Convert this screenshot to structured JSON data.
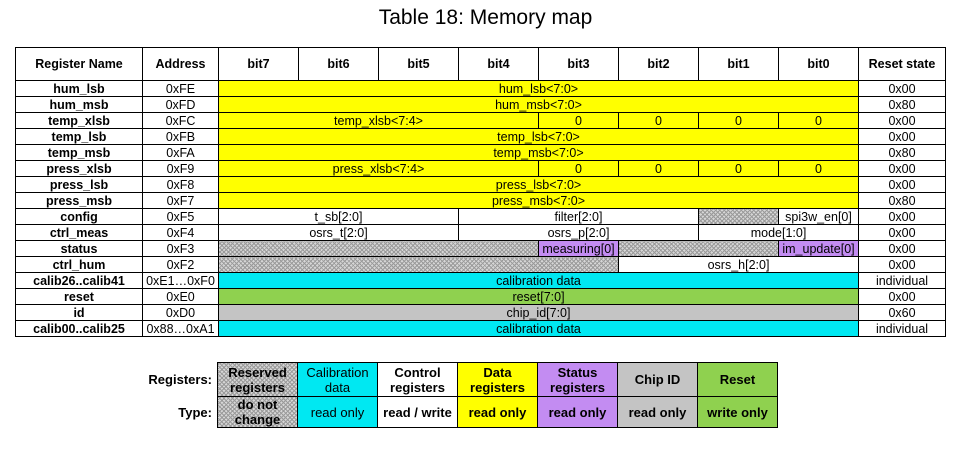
{
  "title": "Table 18: Memory map",
  "header": {
    "register_name": "Register Name",
    "address": "Address",
    "bits": [
      "bit7",
      "bit6",
      "bit5",
      "bit4",
      "bit3",
      "bit2",
      "bit1",
      "bit0"
    ],
    "reset_state": "Reset state"
  },
  "rows": [
    {
      "name": "hum_lsb",
      "address": "0xFE",
      "field": "hum_lsb<7:0>",
      "reset": "0x00"
    },
    {
      "name": "hum_msb",
      "address": "0xFD",
      "field": "hum_msb<7:0>",
      "reset": "0x80"
    },
    {
      "name": "temp_xlsb",
      "address": "0xFC",
      "field": "temp_xlsb<7:4>",
      "zeros": [
        "0",
        "0",
        "0",
        "0"
      ],
      "reset": "0x00"
    },
    {
      "name": "temp_lsb",
      "address": "0xFB",
      "field": "temp_lsb<7:0>",
      "reset": "0x00"
    },
    {
      "name": "temp_msb",
      "address": "0xFA",
      "field": "temp_msb<7:0>",
      "reset": "0x80"
    },
    {
      "name": "press_xlsb",
      "address": "0xF9",
      "field": "press_xlsb<7:4>",
      "zeros": [
        "0",
        "0",
        "0",
        "0"
      ],
      "reset": "0x00"
    },
    {
      "name": "press_lsb",
      "address": "0xF8",
      "field": "press_lsb<7:0>",
      "reset": "0x00"
    },
    {
      "name": "press_msb",
      "address": "0xF7",
      "field": "press_msb<7:0>",
      "reset": "0x80"
    },
    {
      "name": "config",
      "address": "0xF5",
      "t_sb": "t_sb[2:0]",
      "filter": "filter[2:0]",
      "spi3w": "spi3w_en[0]",
      "reset": "0x00"
    },
    {
      "name": "ctrl_meas",
      "address": "0xF4",
      "osrs_t": "osrs_t[2:0]",
      "osrs_p": "osrs_p[2:0]",
      "mode": "mode[1:0]",
      "reset": "0x00"
    },
    {
      "name": "status",
      "address": "0xF3",
      "measuring": "measuring[0]",
      "im_update": "im_update[0]",
      "reset": "0x00"
    },
    {
      "name": "ctrl_hum",
      "address": "0xF2",
      "osrs_h": "osrs_h[2:0]",
      "reset": "0x00"
    },
    {
      "name": "calib26..calib41",
      "address": "0xE1…0xF0",
      "field": "calibration data",
      "reset": "individual"
    },
    {
      "name": "reset",
      "address": "0xE0",
      "field": "reset[7:0]",
      "reset": "0x00"
    },
    {
      "name": "id",
      "address": "0xD0",
      "field": "chip_id[7:0]",
      "reset": "0x60"
    },
    {
      "name": "calib00..calib25",
      "address": "0x88…0xA1",
      "field": "calibration data",
      "reset": "individual"
    }
  ],
  "legend": {
    "registers_label": "Registers:",
    "type_label": "Type:",
    "items": [
      {
        "register": "Reserved registers",
        "type": "do not change"
      },
      {
        "register": "Calibration data",
        "type": "read only"
      },
      {
        "register": "Control registers",
        "type": "read / write"
      },
      {
        "register": "Data registers",
        "type": "read only"
      },
      {
        "register": "Status registers",
        "type": "read only"
      },
      {
        "register": "Chip ID",
        "type": "read only"
      },
      {
        "register": "Reset",
        "type": "write only"
      }
    ]
  },
  "colors": {
    "data": "#ffff00",
    "calibration": "#00e8f2",
    "reset": "#8fd14f",
    "chip_id": "#c4c4c4",
    "status": "#c38cf2",
    "control": "#ffffff",
    "reserved": "#d6d6d6"
  }
}
